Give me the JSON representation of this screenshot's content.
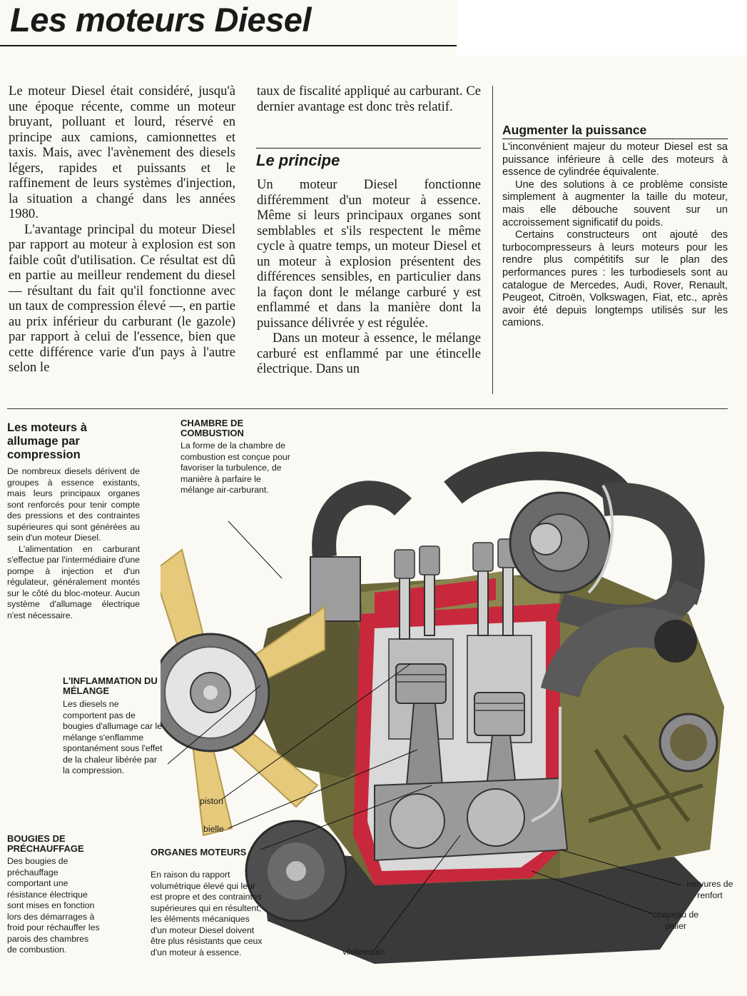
{
  "header": {
    "title": "Les moteurs Diesel"
  },
  "column1": {
    "paragraphs": [
      "Le moteur Diesel était considéré, jusqu'à une époque récente, comme un moteur bruyant, polluant et lourd, réservé en principe aux camions, camionnettes et taxis. Mais, avec l'avènement des diesels légers, rapides et puissants et le raffinement de leurs systèmes d'injection, la situation a changé dans les années 1980.",
      "L'avantage principal du moteur Diesel par rapport au moteur à explosion est son faible coût d'utilisation. Ce résultat est dû en partie au meilleur rendement du diesel — résultant du fait qu'il fonctionne avec un taux de compression élevé —, en partie au prix inférieur du carburant (le gazole) par rapport à celui de l'essence, bien que cette différence varie d'un pays à l'autre selon le"
    ]
  },
  "column2": {
    "continuation": "taux de fiscalité appliqué au carburant. Ce dernier avantage est donc très relatif.",
    "heading": "Le principe",
    "paragraphs": [
      "Un moteur Diesel fonctionne différemment d'un moteur à essence. Même si leurs principaux organes sont semblables et s'ils respectent le même cycle à quatre temps, un moteur Diesel et un moteur à explosion présentent des différences sensibles, en particulier dans la façon dont le mélange carburé y est enflammé et dans la manière dont la puissance délivrée y est régulée.",
      "Dans un moteur à essence, le mélange carburé est enflammé par une étincelle électrique. Dans un"
    ]
  },
  "column3": {
    "heading": "Augmenter la puissance",
    "paragraphs": [
      "L'inconvénient majeur du moteur Diesel est sa puissance inférieure à celle des moteurs à essence de cylindrée équivalente.",
      "Une des solutions à ce problème consiste simplement à augmenter la taille du moteur, mais elle débouche souvent sur un accroissement significatif du poids.",
      "Certains constructeurs ont ajouté des turbocompresseurs à leurs moteurs pour les rendre plus compétitifs sur le plan des performances pures : les turbodiesels sont au catalogue de Mercedes, Audi, Rover, Renault, Peugeot, Citroën, Volkswagen, Fiat, etc., après avoir été depuis longtemps utilisés sur les camions."
    ]
  },
  "sidebar": {
    "heading": "Les moteurs à allumage par compression",
    "paragraphs": [
      "De nombreux diesels dérivent de groupes à essence existants, mais leurs principaux organes sont renforcés pour tenir compte des pressions et des contraintes supérieures qui sont générées au sein d'un moteur Diesel.",
      "L'alimentation en carburant s'effectue par l'intermédiaire d'une pompe à injection et d'un régulateur, généralement montés sur le côté du bloc-moteur. Aucun système d'allumage électrique n'est nécessaire."
    ]
  },
  "captions": {
    "chambre": {
      "heading": "CHAMBRE DE COMBUSTION",
      "text": "La forme de la chambre de combustion est conçue pour favoriser la turbulence, de manière à parfaire le mélange air-carburant."
    },
    "inflammation": {
      "heading": "L'INFLAMMATION DU MÉLANGE",
      "text": "Les diesels ne comportent pas de bougies d'allumage car le mélange s'enflamme spontanément sous l'effet de la chaleur libérée par la compression."
    },
    "bougies": {
      "heading": "BOUGIES DE PRÉCHAUFFAGE",
      "text": "Des bougies de préchauffage comportant une résistance électrique sont mises en fonction lors des démarrages à froid pour réchauffer les parois des chambres de combustion."
    },
    "organes": {
      "heading": "ORGANES MOTEURS",
      "text": "En raison du rapport volumétrique élevé qui leur est propre et des contraintes supérieures qui en résultent, les éléments mécaniques d'un moteur Diesel doivent être plus résistants que ceux d'un moteur à essence."
    }
  },
  "labels": {
    "piston": "piston",
    "bielle": "bielle",
    "vilebrequin": "vilebrequin",
    "nervures": "nervures de renfort",
    "chapeau": "chapeau de palier"
  },
  "colors": {
    "block": "#6e6a3a",
    "cutaway": "#c8283c",
    "fan": "#e6c97a",
    "metal": "#a8a8a8"
  }
}
